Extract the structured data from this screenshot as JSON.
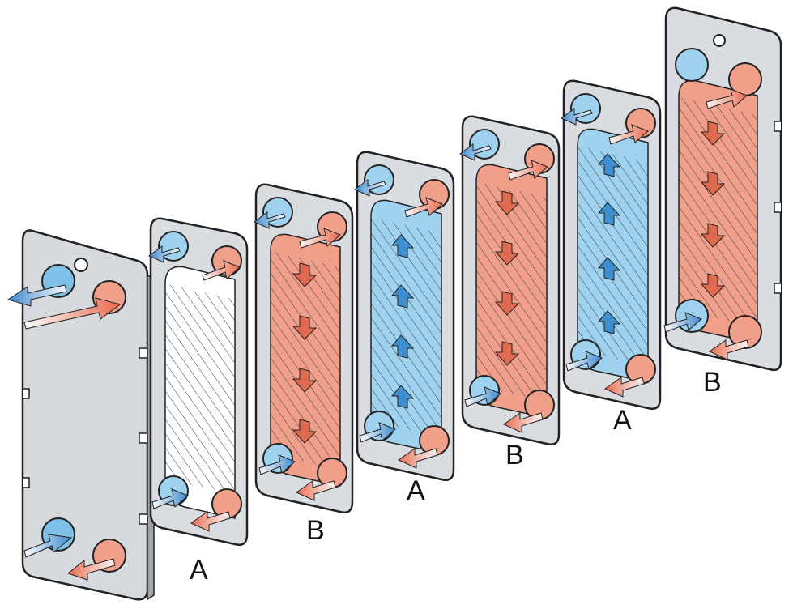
{
  "colors": {
    "hot": "#f0a08a",
    "hot_dark": "#e06a4f",
    "cold": "#9fd2ee",
    "cold_dark": "#3d8fd0",
    "frame": "#d9dce0",
    "frame_stroke": "#2a2a2a",
    "plain_plate": "#ffffff"
  },
  "plates": [
    {
      "label": "",
      "kind": "end-frame"
    },
    {
      "label": "A",
      "kind": "plain"
    },
    {
      "label": "B",
      "kind": "hot"
    },
    {
      "label": "A",
      "kind": "cold"
    },
    {
      "label": "B",
      "kind": "hot"
    },
    {
      "label": "A",
      "kind": "cold"
    },
    {
      "label": "B",
      "kind": "hot"
    }
  ]
}
